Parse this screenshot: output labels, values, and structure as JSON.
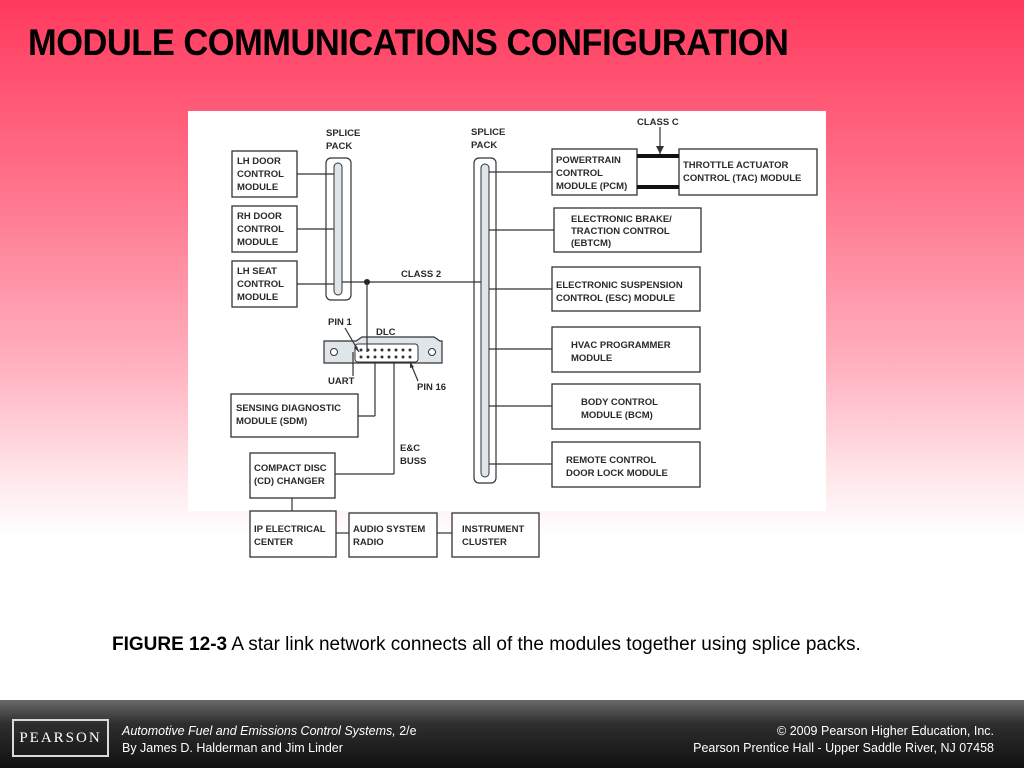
{
  "slide": {
    "title": "MODULE COMMUNICATIONS CONFIGURATION"
  },
  "diagram": {
    "splice_pack_left": [
      "SPLICE",
      "PACK"
    ],
    "splice_pack_right": [
      "SPLICE",
      "PACK"
    ],
    "class_c": "CLASS C",
    "class_2": "CLASS 2",
    "pin1": "PIN 1",
    "dlc": "DLC",
    "uart": "UART",
    "pin16": "PIN 16",
    "ec_buss": [
      "E&C",
      "BUSS"
    ],
    "modules": {
      "lh_door": [
        "LH DOOR",
        "CONTROL",
        "MODULE"
      ],
      "rh_door": [
        "RH DOOR",
        "CONTROL",
        "MODULE"
      ],
      "lh_seat": [
        "LH SEAT",
        "CONTROL",
        "MODULE"
      ],
      "sdm": [
        "SENSING DIAGNOSTIC",
        "MODULE (SDM)"
      ],
      "cd": [
        "COMPACT DISC",
        "(CD) CHANGER"
      ],
      "ip": [
        "IP ELECTRICAL",
        "CENTER"
      ],
      "audio": [
        "AUDIO SYSTEM",
        "RADIO"
      ],
      "cluster": [
        "INSTRUMENT",
        "CLUSTER"
      ],
      "pcm": [
        "POWERTRAIN",
        "CONTROL",
        "MODULE (PCM)"
      ],
      "tac": [
        "THROTTLE ACTUATOR",
        "CONTROL (TAC) MODULE"
      ],
      "ebtcm": [
        "ELECTRONIC BRAKE/",
        "TRACTION CONTROL",
        "(EBTCM)"
      ],
      "esc": [
        "ELECTRONIC SUSPENSION",
        "CONTROL (ESC) MODULE"
      ],
      "hvac": [
        "HVAC PROGRAMMER",
        "MODULE"
      ],
      "bcm": [
        "BODY CONTROL",
        "MODULE (BCM)"
      ],
      "rcdl": [
        "REMOTE CONTROL",
        "DOOR LOCK MODULE"
      ]
    }
  },
  "caption": {
    "label": "FIGURE 12-3",
    "text": " A star link network connects all of the modules together using splice packs."
  },
  "footer": {
    "logo": "PEARSON",
    "book_title": "Automotive Fuel and Emissions Control Systems,",
    "edition": " 2/e",
    "authors": "By James D. Halderman and Jim Linder",
    "copyright": "© 2009 Pearson Higher Education, Inc.",
    "publisher": "Pearson Prentice Hall - Upper Saddle River, NJ 07458"
  }
}
